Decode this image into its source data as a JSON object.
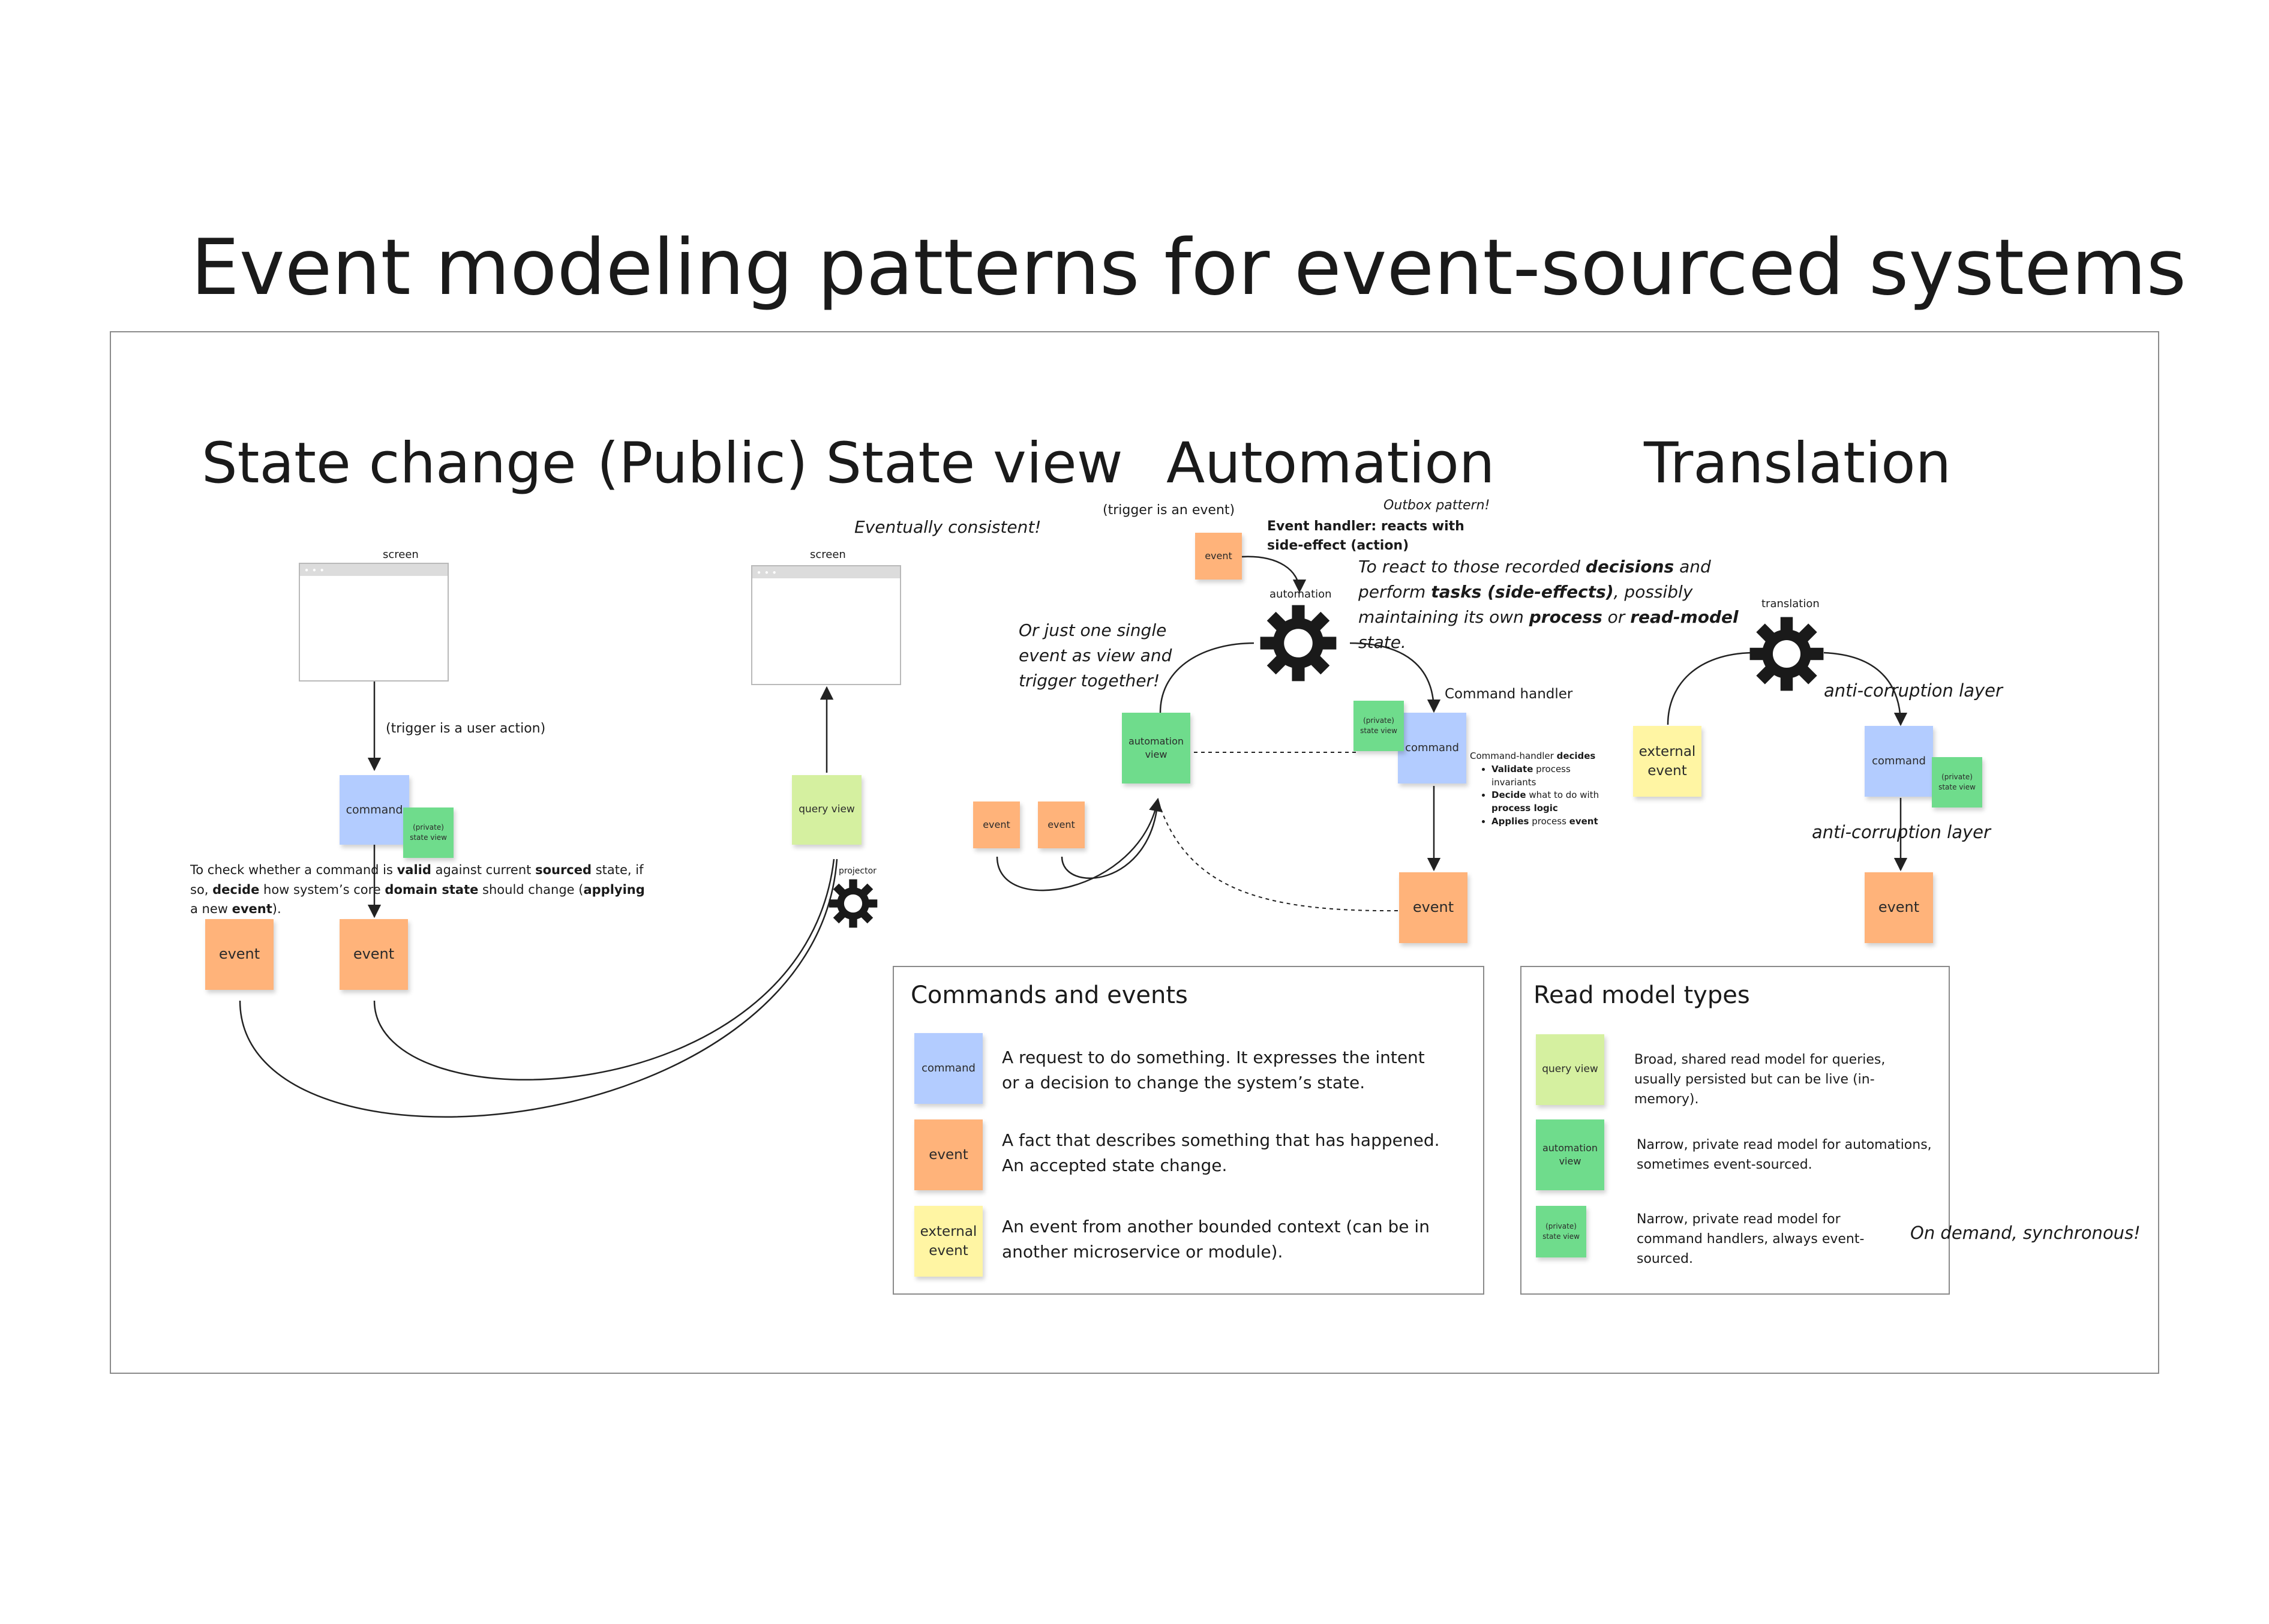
{
  "page_title": "Event modeling patterns for event-sourced systems",
  "sections": {
    "state_change": "State change",
    "state_view": "(Public) State view",
    "automation": "Automation",
    "translation": "Translation"
  },
  "state_change": {
    "screen_label": "screen",
    "trigger_note": "(trigger is a user action)",
    "command_label": "command",
    "private_view_label": "(private) state view",
    "explanation": {
      "p1": "To check whether a command is ",
      "b1": "valid",
      "p2": " against current ",
      "b2": "sourced",
      "p3": " state, if so, ",
      "b3": "decide",
      "p4": " how system’s core ",
      "b4": "domain state",
      "p5": " should change (",
      "b5": "applying",
      "p6": " a new ",
      "b6": "event",
      "p7": ")."
    },
    "event1": "event",
    "event2": "event"
  },
  "state_view": {
    "eventually_consistent": "Eventually consistent!",
    "screen_label": "screen",
    "query_view_label": "query view",
    "projector_label": "projector"
  },
  "automation": {
    "trigger_note": "(trigger is an event)",
    "event_top": "event",
    "outbox": "Outbox pattern!",
    "handler_line1": "Event handler: reacts with",
    "handler_line2": "side-effect (action)",
    "react_text": {
      "p1": "To react to those recorded ",
      "b1": "decisions",
      "p2": " and perform ",
      "b2": "tasks (side-effects)",
      "p3": ", possibly maintaining its own ",
      "b3": "process",
      "p4": " or ",
      "b4": "read-model",
      "p5": " state."
    },
    "gear_label": "automation",
    "single_event_note": "Or just one single event as view and trigger together!",
    "command_handler_label": "Command handler",
    "automation_view_label": "automation view",
    "private_view_label": "(private) state view",
    "command_label": "command",
    "handler_decides": {
      "intro": "Command-handler ",
      "intro_b": "decides",
      "items": [
        {
          "b": "Validate",
          "t": " process invariants"
        },
        {
          "b": "Decide",
          "t": " what to do with ",
          "b2": "process logic"
        },
        {
          "b": "Applies",
          "t": " process ",
          "b2": "event"
        }
      ]
    },
    "event_a": "event",
    "event_b": "event",
    "event_bottom": "event"
  },
  "translation": {
    "gear_label": "translation",
    "acl_top": "anti-corruption layer",
    "acl_bottom": "anti-corruption layer",
    "external_event": "external event",
    "command_label": "command",
    "private_view_label": "(private) state view",
    "event": "event"
  },
  "legend_commands": {
    "title": "Commands and events",
    "items": [
      {
        "note": "command",
        "text": "A request to do something. It expresses the intent or a decision to change the system’s state."
      },
      {
        "note": "event",
        "text": "A fact that describes something that has happened. An accepted state change."
      },
      {
        "note": "external event",
        "text": "An event from another bounded context (can be in another microservice or module)."
      }
    ]
  },
  "legend_read_models": {
    "title": "Read model types",
    "items": [
      {
        "note": "query view",
        "text": "Broad, shared read model for queries, usually persisted but can be live (in-memory)."
      },
      {
        "note": "automation view",
        "text": "Narrow, private read model for automations, sometimes event-sourced."
      },
      {
        "note": "(private) state view",
        "text": "Narrow, private read model for command handlers, always event-sourced."
      }
    ],
    "on_demand": "On demand, synchronous!"
  },
  "colors": {
    "command": "#b3ccff",
    "event": "#ffb37a",
    "external_event": "#fff5a3",
    "query_view": "#d5f0a0",
    "automation_view": "#6fdc8c",
    "frame": "#8a8a8a"
  },
  "icons": [
    "gear-icon",
    "arrow-icon"
  ]
}
